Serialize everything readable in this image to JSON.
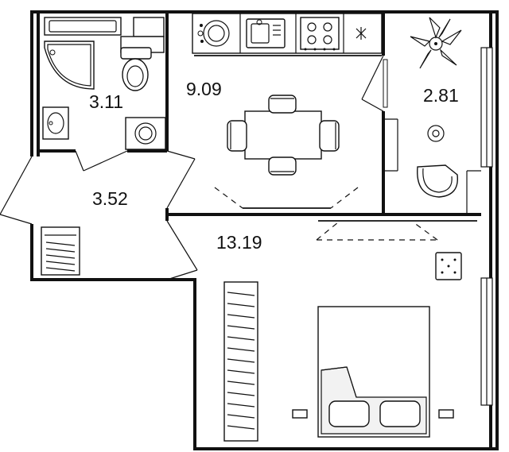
{
  "plan": {
    "rooms": [
      {
        "id": "bathroom",
        "area": "3.11"
      },
      {
        "id": "kitchen",
        "area": "9.09"
      },
      {
        "id": "balcony",
        "area": "2.81"
      },
      {
        "id": "hallway",
        "area": "3.52"
      },
      {
        "id": "living-room",
        "area": "13.19"
      }
    ],
    "colors": {
      "lines": "#111111",
      "background": "#ffffff",
      "bedspread": "#f2f2f2"
    }
  }
}
